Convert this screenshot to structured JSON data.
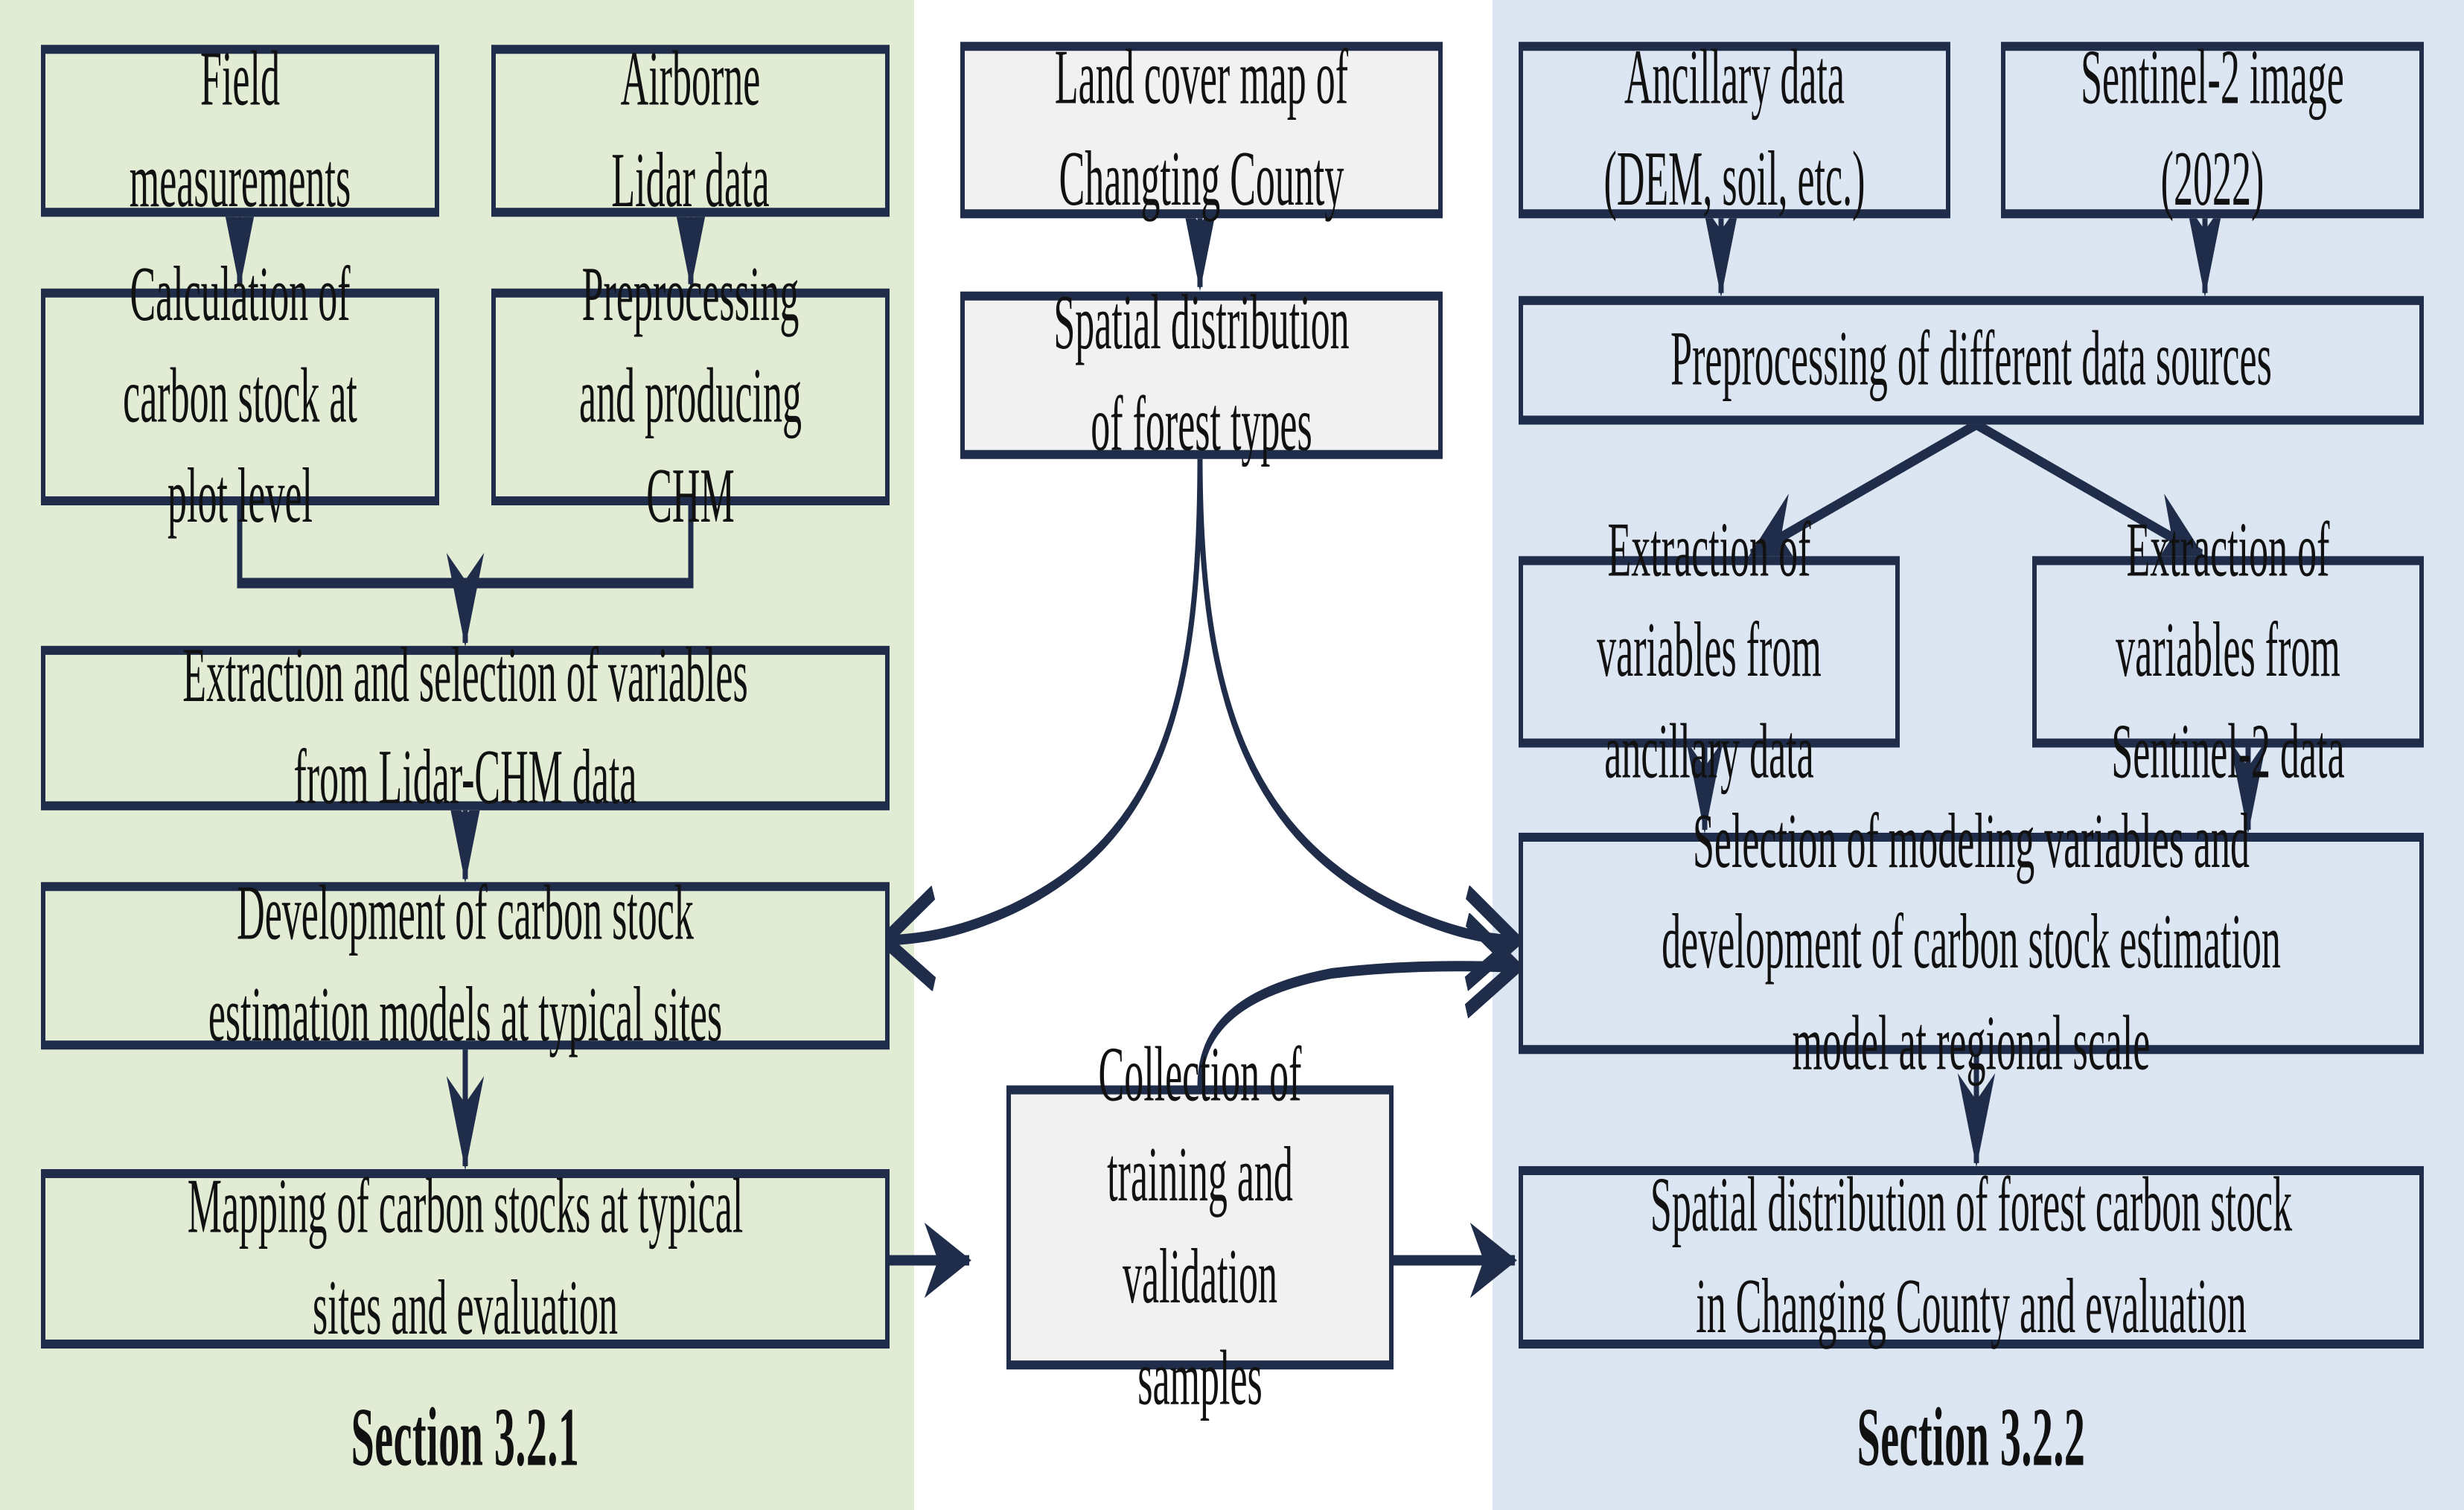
{
  "figure": {
    "type": "flowchart",
    "title": "Forest carbon stock estimation workflow",
    "colors": {
      "panel_left_fill": "#E2EBD4",
      "panel_right_fill": "#DCE6F2",
      "node_border": "#1F2D4A",
      "node_gray_fill": "#F1F1F1",
      "arrow": "#1F2D4A",
      "text": "#111111"
    }
  },
  "panels": {
    "left": {
      "label": "Section 3.2.1",
      "fill": "#E2EBD4"
    },
    "right": {
      "label": "Section 3.2.2",
      "fill": "#DCE6F2"
    }
  },
  "nodes": {
    "field_measurements": "Field\nmeasurements",
    "airborne_lidar": "Airborne\nLidar data",
    "calc_carbon_plot": "Calculation of\ncarbon stock at\nplot level",
    "preprocessing_chm": "Preprocessing\nand producing\nCHM",
    "extraction_lidar_chm": "Extraction and selection of variables\nfrom Lidar-CHM data",
    "development_models": "Development of carbon stock\nestimation models at typical sites",
    "mapping_typical_sites": "Mapping of carbon stocks at typical\nsites and evaluation",
    "land_cover_map": "Land cover map of\nChangting County",
    "spatial_forest_types": "Spatial distribution\nof forest types",
    "collection_samples": "Collection of\ntraining and\nvalidation\nsamples",
    "ancillary_data": "Ancillary data\n(DEM, soil, etc.)",
    "sentinel2_image": "Sentinel-2 image\n(2022)",
    "preprocessing_sources": "Preprocessing of different data sources",
    "extract_ancillary": "Extraction of\nvariables from\nancillary data",
    "extract_sentinel2": "Extraction of\nvariables from\nSentinel-2 data",
    "selection_modeling": "Selection of modeling variables and\ndevelopment of carbon stock estimation\nmodel at regional scale",
    "spatial_carbon_stock": "Spatial distribution of forest carbon stock\nin Changing County and evaluation"
  }
}
